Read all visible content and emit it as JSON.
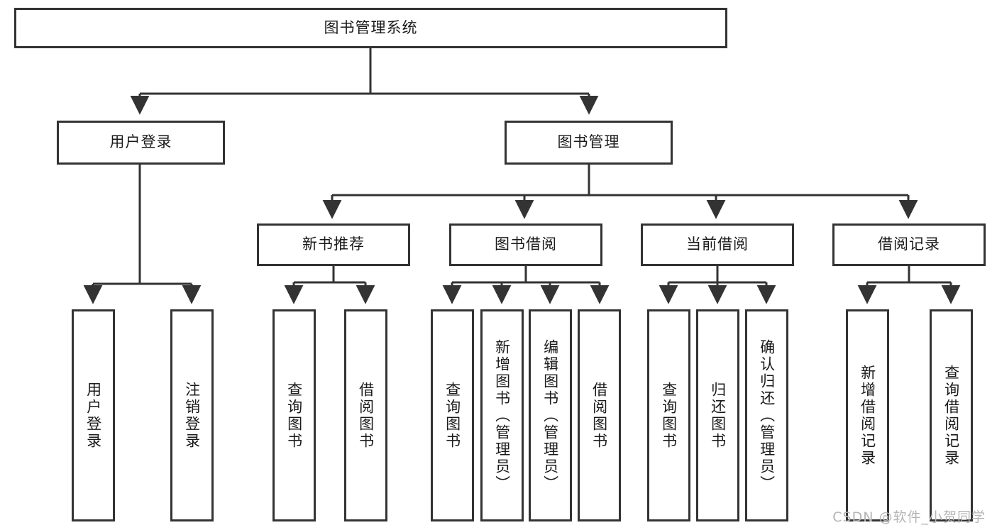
{
  "diagram": {
    "title": "图书管理系统",
    "watermark": "CSDN @软件_小贺同学",
    "colors": {
      "node_border": "#333333",
      "node_fill": "#ffffff",
      "edge": "#333333",
      "text": "#1a1a1a",
      "watermark": "#b5b5b5",
      "background": "#ffffff"
    },
    "root": {
      "label": "图书管理系统"
    },
    "level2": [
      {
        "label": "用户登录"
      },
      {
        "label": "图书管理"
      }
    ],
    "level3": [
      {
        "label": "新书推荐"
      },
      {
        "label": "图书借阅"
      },
      {
        "label": "当前借阅"
      },
      {
        "label": "借阅记录"
      }
    ],
    "leaves_user_login": [
      {
        "label": "用户登录"
      },
      {
        "label": "注销登录"
      }
    ],
    "leaves_new_book": [
      {
        "label": "查询图书"
      },
      {
        "label": "借阅图书"
      }
    ],
    "leaves_borrow": [
      {
        "label": "查询图书"
      },
      {
        "label": "新增图书（管理员）"
      },
      {
        "label": "编辑图书（管理员）"
      },
      {
        "label": "借阅图书"
      }
    ],
    "leaves_current": [
      {
        "label": "查询图书"
      },
      {
        "label": "归还图书"
      },
      {
        "label": "确认归还（管理员）"
      }
    ],
    "leaves_records": [
      {
        "label": "新增借阅记录"
      },
      {
        "label": "查询借阅记录"
      }
    ]
  }
}
